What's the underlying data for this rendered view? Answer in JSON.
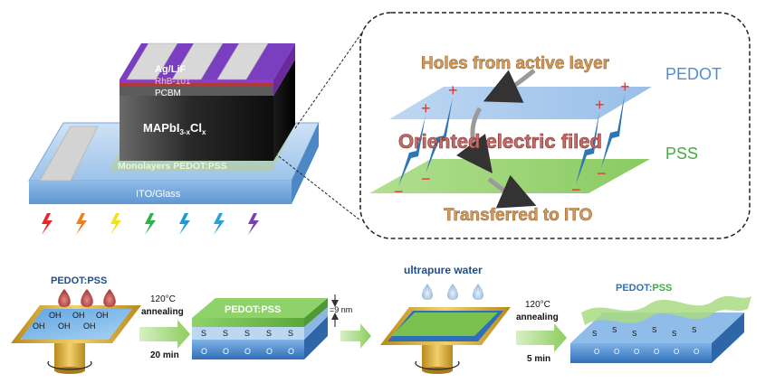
{
  "device": {
    "electrode": "Ag/LiF",
    "rhb": "RhB-101",
    "pcbm": "PCBM",
    "absorber_main": "MAPbI",
    "absorber_sub1": "3-x",
    "absorber_mid": "Cl",
    "absorber_sub2": "x",
    "htl": "Monolayers PEDOT:PSS",
    "substrate": "ITO/Glass"
  },
  "inset": {
    "top_text": "Holes from active layer",
    "pedot": "PEDOT",
    "middle_text": "Oriented electric filed",
    "pss": "PSS",
    "bottom_text": "Transferred to ITO",
    "plus": "+",
    "minus": "−"
  },
  "process": {
    "step1_label": "PEDOT:PSS",
    "oh": "OH",
    "temp1": "120°C",
    "anneal1": "annealing",
    "time1": "20 min",
    "step2_label": "PEDOT:PSS",
    "thickness": "9 nm",
    "s": "S",
    "o": "O",
    "water": "ultrapure water",
    "temp2": "120°C",
    "anneal2": "annealing",
    "time2": "5 min",
    "pedot_part": "PEDOT",
    "colon": ":",
    "pss_part": "PSS"
  },
  "colors": {
    "lightning": [
      "#e8262b",
      "#f07d1a",
      "#f2e21b",
      "#29b34a",
      "#1f9ad6",
      "#2aa0d8",
      "#7b3fb5"
    ],
    "pedot_sheet": "#a9c9ee",
    "pss_sheet": "#93d06a",
    "label_orange": "#c8894e",
    "label_red": "#c0504d",
    "label_blue": "#2e75b6",
    "label_green": "#3fae3f"
  }
}
